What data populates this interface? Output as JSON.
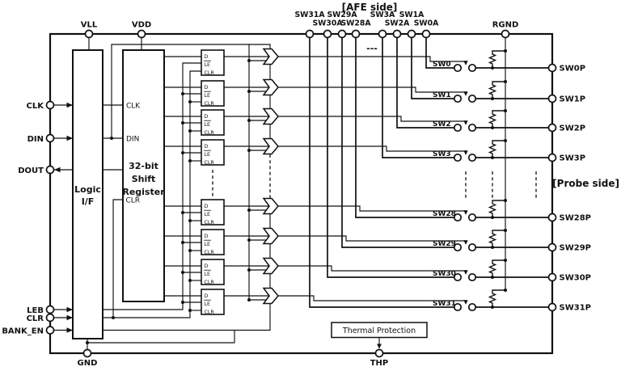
{
  "diagram": {
    "side_labels": {
      "afe": "[AFE side]",
      "probe": "[Probe side]"
    },
    "top_pins": {
      "vll": "VLL",
      "vdd": "VDD",
      "rgnd": "RGND"
    },
    "bottom_pins": {
      "gnd": "GND",
      "thp": "THP"
    },
    "left_pins": {
      "clk": "CLK",
      "din": "DIN",
      "dout": "DOUT",
      "leb": "LEB",
      "clr": "CLR",
      "bank_en": "BANK_EN"
    },
    "logic_block": {
      "line1": "Logic",
      "line2": "I/F"
    },
    "shift_register": {
      "line1": "32-bit",
      "line2": "Shift",
      "line3": "Register",
      "clk": "CLK",
      "din": "DIN",
      "clr": "CLR"
    },
    "thermal_block": {
      "label": "Thermal Protection"
    },
    "latch": {
      "d": "D",
      "le": "LE",
      "clr": "CLR"
    },
    "ellipsis": "---",
    "channels": [
      {
        "afe": "SW0A",
        "switch": "SW0",
        "probe": "SW0P"
      },
      {
        "afe": "SW1A",
        "switch": "SW1",
        "probe": "SW1P"
      },
      {
        "afe": "SW2A",
        "switch": "SW2",
        "probe": "SW2P"
      },
      {
        "afe": "SW3A",
        "switch": "SW3",
        "probe": "SW3P"
      },
      {
        "afe": "SW28A",
        "switch": "SW28",
        "probe": "SW28P"
      },
      {
        "afe": "SW29A",
        "switch": "SW29",
        "probe": "SW29P"
      },
      {
        "afe": "SW30A",
        "switch": "SW30",
        "probe": "SW30P"
      },
      {
        "afe": "SW31A",
        "switch": "SW31",
        "probe": "SW31P"
      }
    ]
  }
}
